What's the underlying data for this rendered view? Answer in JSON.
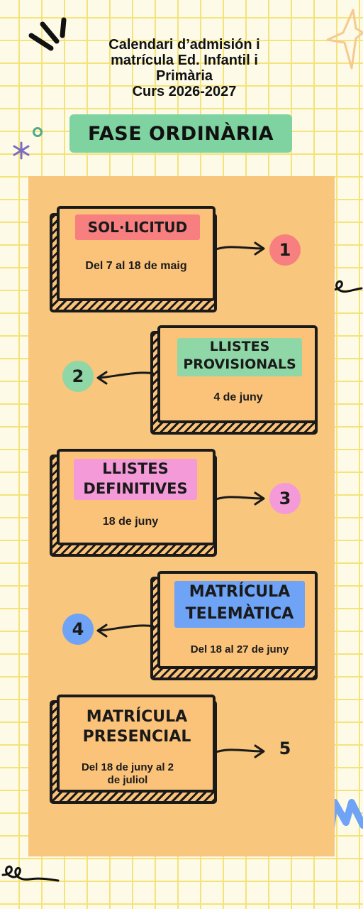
{
  "header": {
    "line1": "Calendari d’admisión i",
    "line2": "matrícula Ed. Infantil i",
    "line3": "Primària",
    "line4": "Curs 2026-2027"
  },
  "phase_label": "FASE ORDINÀRIA",
  "steps": [
    {
      "number": "1",
      "title": "SOL·LICITUD",
      "date": "Del 7 al 18 de maig",
      "tag_color": "#f77f7f",
      "circle_color": "#f77f7f"
    },
    {
      "number": "2",
      "title_l1": "LLISTES",
      "title_l2": "PROVISIONALS",
      "date": "4 de juny",
      "tag_color": "#8fd7a6",
      "circle_color": "#8fd7a6"
    },
    {
      "number": "3",
      "title_l1": "LLISTES",
      "title_l2": "DEFINITIVES",
      "date": "18 de juny",
      "tag_color": "#f49ad9",
      "circle_color": "#f49ad9"
    },
    {
      "number": "4",
      "title_l1": "MATRÍCULA",
      "title_l2": "TELEMÀTICA",
      "date": "Del 18 al 27 de juny",
      "tag_color": "#6fa3f5",
      "circle_color": "#6fa3f5"
    },
    {
      "number": "5",
      "title_l1": "MATRÍCULA",
      "title_l2": "PRESENCIAL",
      "date_l1": "Del 18 de juny al 2",
      "date_l2": "de juliol"
    }
  ],
  "colors": {
    "grid": "#f3e37a",
    "panel": "#f8c67c",
    "phase_bg": "#7fd3a1"
  }
}
